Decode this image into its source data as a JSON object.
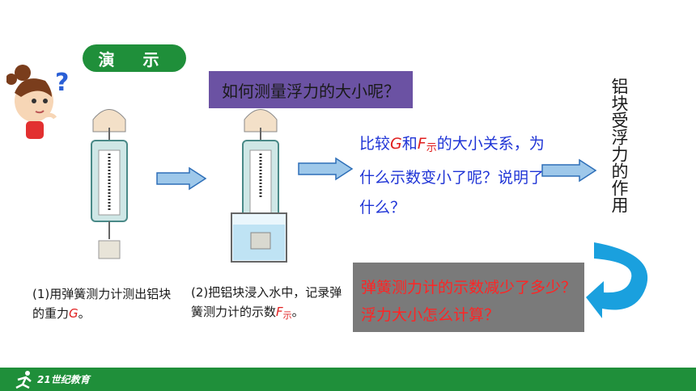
{
  "demo_badge": {
    "label": "演  示"
  },
  "question_box": {
    "text": "如何测量浮力的大小呢？"
  },
  "compare_text": {
    "part1": "比较",
    "G": "G",
    "part2": "和",
    "F": "F",
    "F_sub": "示",
    "part3": "的大小关系，为什么示数变小了呢？说明了什么？"
  },
  "vertical_text": {
    "text": "铝块受浮力的作用"
  },
  "answer_box": {
    "text": "弹簧测力计的示数减少了多少？浮力大小怎么计算？"
  },
  "caption1": {
    "text": "(1)用弹簧测力计测出铝块的重力",
    "G": "G",
    "end": "。"
  },
  "caption2": {
    "text": "(2)把铝块浸入水中，记录弹簧测力计的示数",
    "F": "F",
    "F_sub": "示",
    "end": "。"
  },
  "footer": {
    "logo_text": "21世纪教育"
  },
  "colors": {
    "green": "#1f8f3a",
    "purple": "#6b52a3",
    "blue_text": "#1f34d6",
    "red_text": "#e01f1f",
    "gray_box": "#7a7a7a",
    "arrow_fill": "#9ec8ea",
    "arrow_stroke": "#2e6fb8",
    "curved_arrow": "#1aa0de"
  }
}
